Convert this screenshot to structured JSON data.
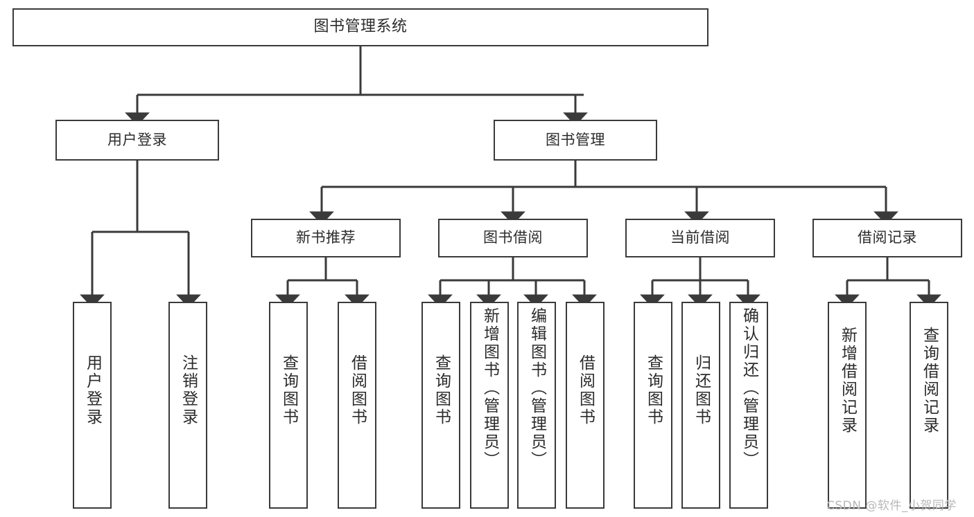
{
  "diagram": {
    "title": "图书管理系统",
    "watermark": "CSDN @软件_小贺同学",
    "colors": {
      "box_border": "#3a3a3a",
      "edge": "#3a3a3a",
      "background": "#ffffff",
      "text": "#2b2b2b",
      "watermark": "#b8b8b8"
    },
    "nodes": {
      "root": {
        "label": "图书管理系统",
        "level": 0
      },
      "user_login": {
        "label": "用户登录",
        "level": 1
      },
      "book_manage": {
        "label": "图书管理",
        "level": 1
      },
      "new_book_rec": {
        "label": "新书推荐",
        "level": 2
      },
      "book_borrow": {
        "label": "图书借阅",
        "level": 2
      },
      "current_borrow": {
        "label": "当前借阅",
        "level": 2
      },
      "borrow_record": {
        "label": "借阅记录",
        "level": 2
      },
      "leaf_user_login": {
        "label": "用户登录",
        "level": 3
      },
      "leaf_logout": {
        "label": "注销登录",
        "level": 3
      },
      "leaf_query_book_a": {
        "label": "查询图书",
        "level": 3
      },
      "leaf_borrow_book_a": {
        "label": "借阅图书",
        "level": 3
      },
      "leaf_query_book_b": {
        "label": "查询图书",
        "level": 3
      },
      "leaf_add_book": {
        "label": "新增图书（管理员）",
        "level": 3
      },
      "leaf_edit_book": {
        "label": "编辑图书（管理员）",
        "level": 3
      },
      "leaf_borrow_book_b": {
        "label": "借阅图书",
        "level": 3
      },
      "leaf_query_book_c": {
        "label": "查询图书",
        "level": 3
      },
      "leaf_return_book": {
        "label": "归还图书",
        "level": 3
      },
      "leaf_confirm_return": {
        "label": "确认归还（管理员）",
        "level": 3
      },
      "leaf_add_record": {
        "label": "新增借阅记录",
        "level": 3
      },
      "leaf_query_record": {
        "label": "查询借阅记录",
        "level": 3
      }
    },
    "edges": [
      {
        "from": "root",
        "to": "user_login"
      },
      {
        "from": "root",
        "to": "book_manage"
      },
      {
        "from": "book_manage",
        "to": "new_book_rec"
      },
      {
        "from": "book_manage",
        "to": "book_borrow"
      },
      {
        "from": "book_manage",
        "to": "current_borrow"
      },
      {
        "from": "book_manage",
        "to": "borrow_record"
      },
      {
        "from": "user_login",
        "to": "leaf_user_login"
      },
      {
        "from": "user_login",
        "to": "leaf_logout"
      },
      {
        "from": "new_book_rec",
        "to": "leaf_query_book_a"
      },
      {
        "from": "new_book_rec",
        "to": "leaf_borrow_book_a"
      },
      {
        "from": "book_borrow",
        "to": "leaf_query_book_b"
      },
      {
        "from": "book_borrow",
        "to": "leaf_add_book"
      },
      {
        "from": "book_borrow",
        "to": "leaf_edit_book"
      },
      {
        "from": "book_borrow",
        "to": "leaf_borrow_book_b"
      },
      {
        "from": "current_borrow",
        "to": "leaf_query_book_c"
      },
      {
        "from": "current_borrow",
        "to": "leaf_return_book"
      },
      {
        "from": "current_borrow",
        "to": "leaf_confirm_return"
      },
      {
        "from": "borrow_record",
        "to": "leaf_add_record"
      },
      {
        "from": "borrow_record",
        "to": "leaf_query_record"
      }
    ]
  }
}
